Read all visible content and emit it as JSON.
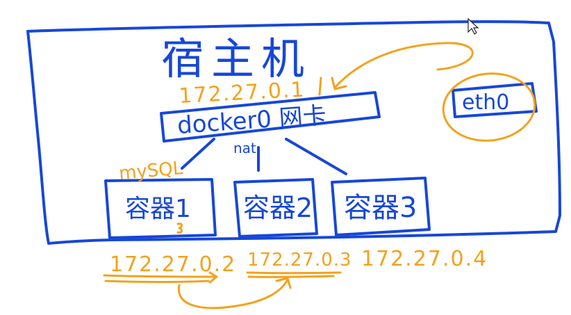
{
  "host": {
    "title": "宿主机"
  },
  "bridge": {
    "ip": "172.27.0.1",
    "label": "docker0 网卡",
    "mode": "nat"
  },
  "nic": {
    "label": "eth0"
  },
  "containers": [
    {
      "label": "容器1",
      "note": "mySQL",
      "ip": "172.27.0.2"
    },
    {
      "label": "容器2",
      "ip": "172.27.0.3"
    },
    {
      "label": "容器3",
      "ip": "172.27.0.4"
    }
  ],
  "colors": {
    "blue": "#1747d8",
    "orange": "#f3a21b"
  },
  "icons": {
    "cursor": "mouse-pointer-icon"
  }
}
